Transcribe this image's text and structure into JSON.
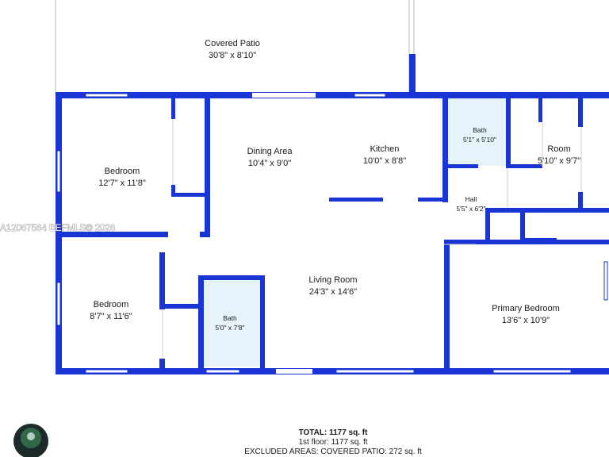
{
  "colors": {
    "wall": "#1a35d6",
    "bath_fill": "#e6f3fb",
    "window": "#ffffff",
    "text": "#1a1a1a"
  },
  "rooms": {
    "covered_patio": {
      "name": "Covered Patio",
      "dims": "30'8\" x 8'10\""
    },
    "bedroom_1": {
      "name": "Bedroom",
      "dims": "12'7\" x 11'8\""
    },
    "dining_area": {
      "name": "Dining Area",
      "dims": "10'4\" x 9'0\""
    },
    "kitchen": {
      "name": "Kitchen",
      "dims": "10'0\" x 8'8\""
    },
    "bath_1": {
      "name": "Bath",
      "dims": "5'1\" x 5'10\""
    },
    "room": {
      "name": "Room",
      "dims": "5'10\" x 9'7\""
    },
    "hall": {
      "name": "Hall",
      "dims": "5'5\" x 6'2\""
    },
    "bedroom_2": {
      "name": "Bedroom",
      "dims": "8'7\" x 11'6\""
    },
    "bath_2": {
      "name": "Bath",
      "dims": "5'0\" x 7'8\""
    },
    "living_room": {
      "name": "Living Room",
      "dims": "24'3\" x 14'6\""
    },
    "primary_bedroom": {
      "name": "Primary Bedroom",
      "dims": "13'6\" x 10'9\""
    }
  },
  "watermark": "A12067564 BEFMLS© 2026",
  "summary": {
    "total": "TOTAL: 1177 sq. ft",
    "floor": "1st floor: 1177 sq. ft",
    "excluded": "EXCLUDED AREAS: COVERED PATIO: 272 sq. ft"
  }
}
